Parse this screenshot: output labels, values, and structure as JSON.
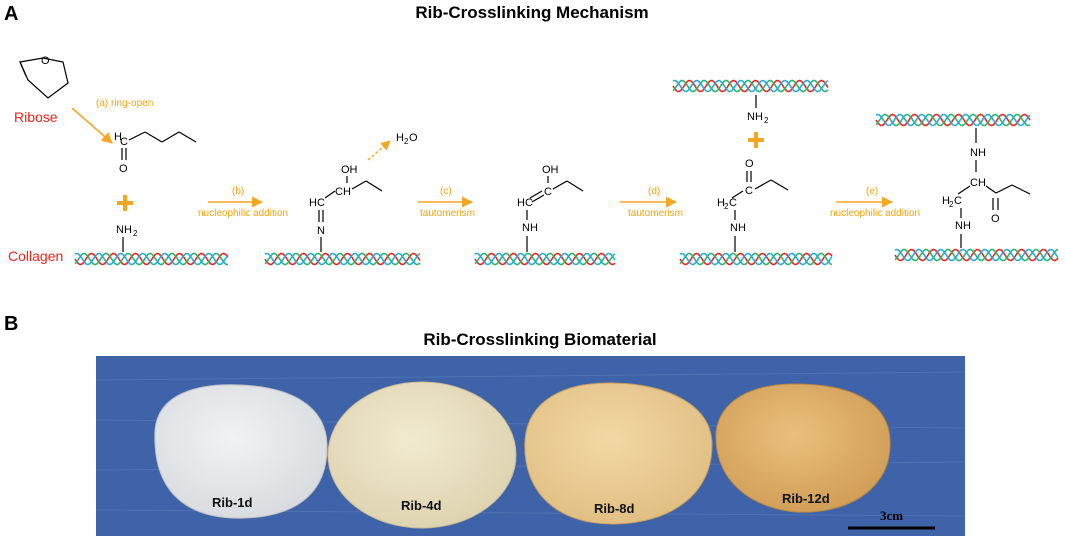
{
  "panel_a": {
    "letter": "A",
    "title": "Rib-Crosslinking Mechanism",
    "ribose_label": "Ribose",
    "collagen_label": "Collagen",
    "steps": [
      {
        "label": "(a) ring-open"
      },
      {
        "label": "(b)",
        "desc": "nucleophilic addition"
      },
      {
        "label": "(c)",
        "desc": "tautomerism"
      },
      {
        "label": "(d)",
        "desc": "tautomerism"
      },
      {
        "label": "(e)",
        "desc": "nucleophilic addition"
      }
    ],
    "chem": {
      "O": "O",
      "C": "C",
      "H": "H",
      "HC": "HC",
      "CH": "CH",
      "OH": "OH",
      "N": "N",
      "NH": "NH",
      "NH2": "NH",
      "H2": "H",
      "two": "2",
      "water": "H",
      "water_o": "O"
    },
    "helix_colors": [
      "#e8261c",
      "#2bb673",
      "#29a9e0"
    ],
    "arrow_color": "#f5a623"
  },
  "panel_b": {
    "letter": "B",
    "title": "Rib-Crosslinking Biomaterial",
    "background_color": "#3f63a8",
    "samples": [
      {
        "label": "Rib-1d",
        "color": "#e4e6e8"
      },
      {
        "label": "Rib-4d",
        "color": "#ece3c6"
      },
      {
        "label": "Rib-8d",
        "color": "#eecf97"
      },
      {
        "label": "Rib-12d",
        "color": "#e3b46e"
      }
    ],
    "scale_bar": "3cm"
  }
}
